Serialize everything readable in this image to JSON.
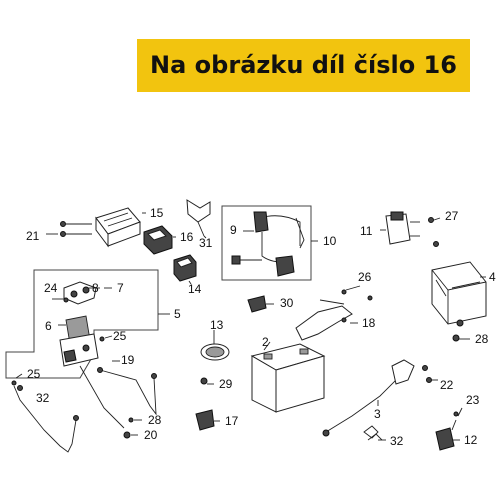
{
  "banner": {
    "text": "Na obrázku díl číslo 16"
  },
  "callouts": {
    "c15": "15",
    "c21": "21",
    "c16": "16",
    "c31": "31",
    "c14": "14",
    "c9": "9",
    "c10": "10",
    "c11": "11",
    "c27": "27",
    "c4": "4",
    "c24": "24",
    "c8": "8",
    "c7": "7",
    "c5": "5",
    "c6": "6",
    "c25a": "25",
    "c19": "19",
    "c25b": "25",
    "c32a": "32",
    "c28a": "28",
    "c20": "20",
    "c13": "13",
    "c29": "29",
    "c30": "30",
    "c26": "26",
    "c18": "18",
    "c2": "2",
    "c28b": "28",
    "c22": "22",
    "c3": "3",
    "c17": "17",
    "c23": "23",
    "c32b": "32",
    "c12": "12"
  }
}
